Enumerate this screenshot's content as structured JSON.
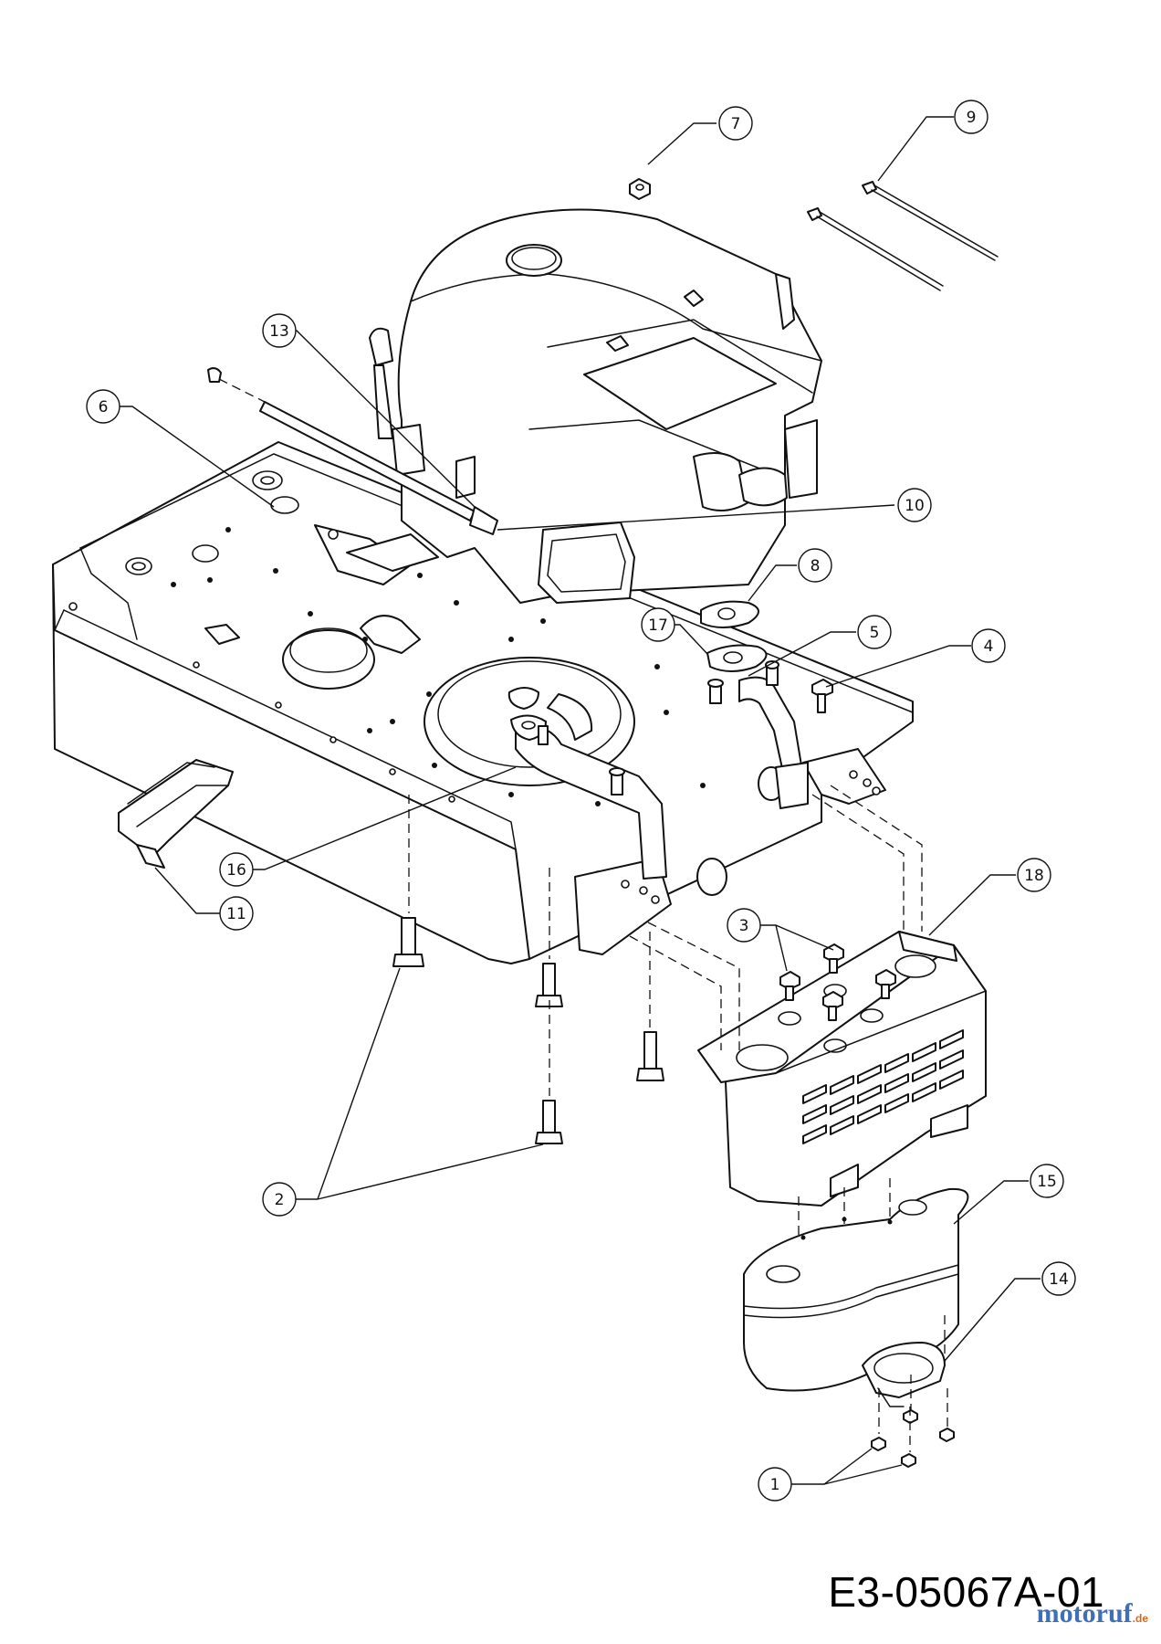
{
  "drawing_number": "E3-05067A-01",
  "watermark": {
    "brand": "motoruf",
    "suffix": ".de"
  },
  "callouts": [
    {
      "id": "callout-1",
      "label": "1"
    },
    {
      "id": "callout-2",
      "label": "2"
    },
    {
      "id": "callout-3",
      "label": "3"
    },
    {
      "id": "callout-4",
      "label": "4"
    },
    {
      "id": "callout-5",
      "label": "5"
    },
    {
      "id": "callout-6",
      "label": "6"
    },
    {
      "id": "callout-7",
      "label": "7"
    },
    {
      "id": "callout-8",
      "label": "8"
    },
    {
      "id": "callout-9",
      "label": "9"
    },
    {
      "id": "callout-10",
      "label": "10"
    },
    {
      "id": "callout-11",
      "label": "11"
    },
    {
      "id": "callout-13",
      "label": "13"
    },
    {
      "id": "callout-14",
      "label": "14"
    },
    {
      "id": "callout-15",
      "label": "15"
    },
    {
      "id": "callout-16",
      "label": "16"
    },
    {
      "id": "callout-17",
      "label": "17"
    },
    {
      "id": "callout-18",
      "label": "18"
    }
  ]
}
